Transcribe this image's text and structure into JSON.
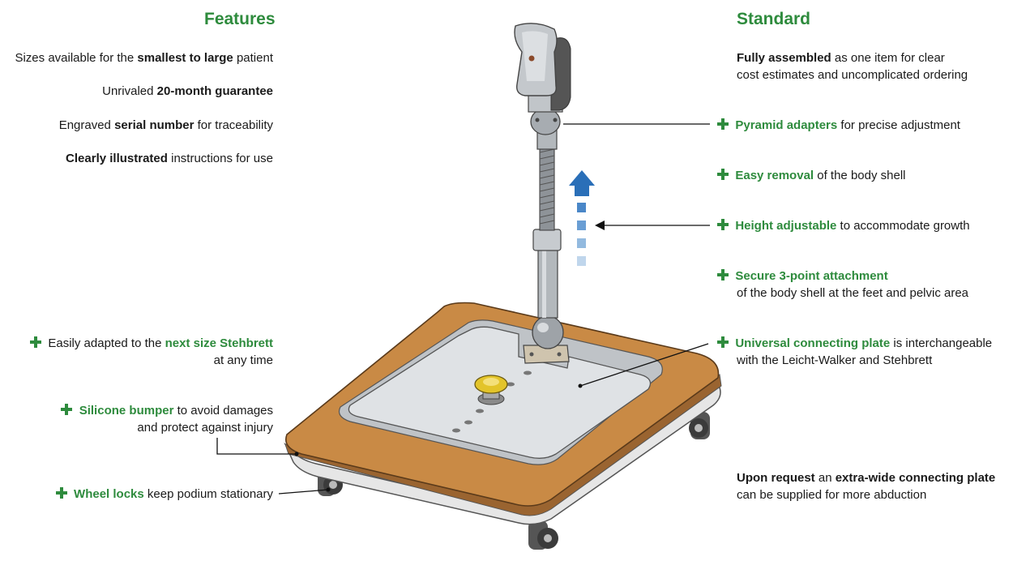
{
  "features": {
    "heading": "Features",
    "items": [
      {
        "pre": "Sizes available for the ",
        "bold": "smallest to large",
        "post": " patient"
      },
      {
        "pre": "Unrivaled ",
        "bold": "20-month guarantee",
        "post": ""
      },
      {
        "pre": "Engraved ",
        "bold": "serial number",
        "post": " for traceability"
      },
      {
        "pre": "",
        "bold": "Clearly illustrated",
        "post": " instructions for use"
      }
    ]
  },
  "standard": {
    "heading": "Standard",
    "assembled": {
      "bold": "Fully assembled",
      "line1_post": " as one item for clear",
      "line2": "cost estimates and uncomplicated ordering"
    },
    "pyramid": {
      "green": "Pyramid adapters",
      "post": " for precise adjustment"
    },
    "removal": {
      "green": "Easy removal",
      "post": " of the body shell"
    },
    "height": {
      "green": "Height adjustable",
      "post": " to accommodate growth"
    },
    "attachment": {
      "green": "Secure 3-point attachment",
      "line2": "of the body shell at the feet and pelvic area"
    },
    "plate": {
      "green": "Universal connecting plate",
      "line1_post": " is interchangeable",
      "line2": "with the Leicht-Walker and Stehbrett"
    },
    "request": {
      "bold1": "Upon request",
      "mid": " an ",
      "bold2": "extra-wide connecting plate",
      "line2": "can be supplied for more abduction"
    }
  },
  "options": {
    "adapted": {
      "pre": "Easily adapted to the ",
      "green": "next size Stehbrett",
      "line2": "at any time"
    },
    "bumper": {
      "green": "Silicone bumper",
      "post": " to avoid damages",
      "line2": "and protect against injury"
    },
    "locks": {
      "green": "Wheel locks",
      "post": " keep podium stationary"
    }
  },
  "colors": {
    "accent_green": "#2e8b3d",
    "arrow_blue": "#2a6fb8",
    "board_wood": "#c98a45",
    "plate_grey": "#d4d8dc"
  },
  "icons": [
    "plus-icon",
    "up-arrow-icon",
    "pointer-arrow-icon"
  ]
}
